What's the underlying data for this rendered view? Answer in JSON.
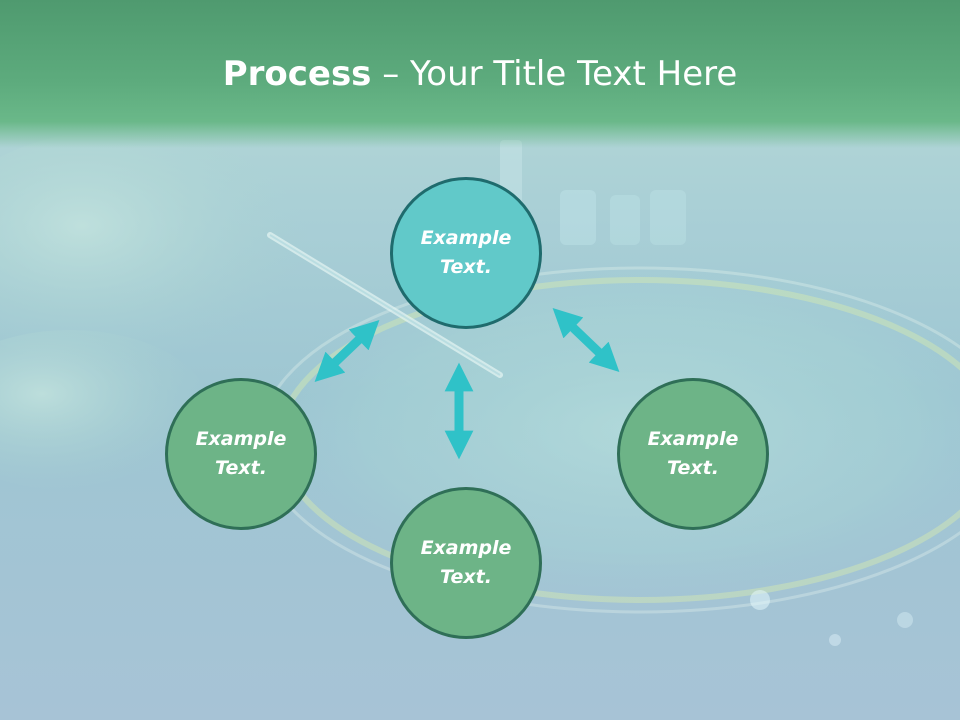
{
  "slide": {
    "title_bold": "Process",
    "title_rest": " – Your Title Text Here"
  },
  "nodes": {
    "top": [
      "Example",
      "Text."
    ],
    "left": [
      "Example",
      "Text."
    ],
    "right": [
      "Example",
      "Text."
    ],
    "bottom": [
      "Example",
      "Text."
    ]
  },
  "colors": {
    "header": "#5dab7d",
    "center_node": "#61c9c9",
    "outer_node": "#6db487",
    "arrows": "#2fc2c8"
  },
  "background_image": "laboratory petri dish with pipette"
}
